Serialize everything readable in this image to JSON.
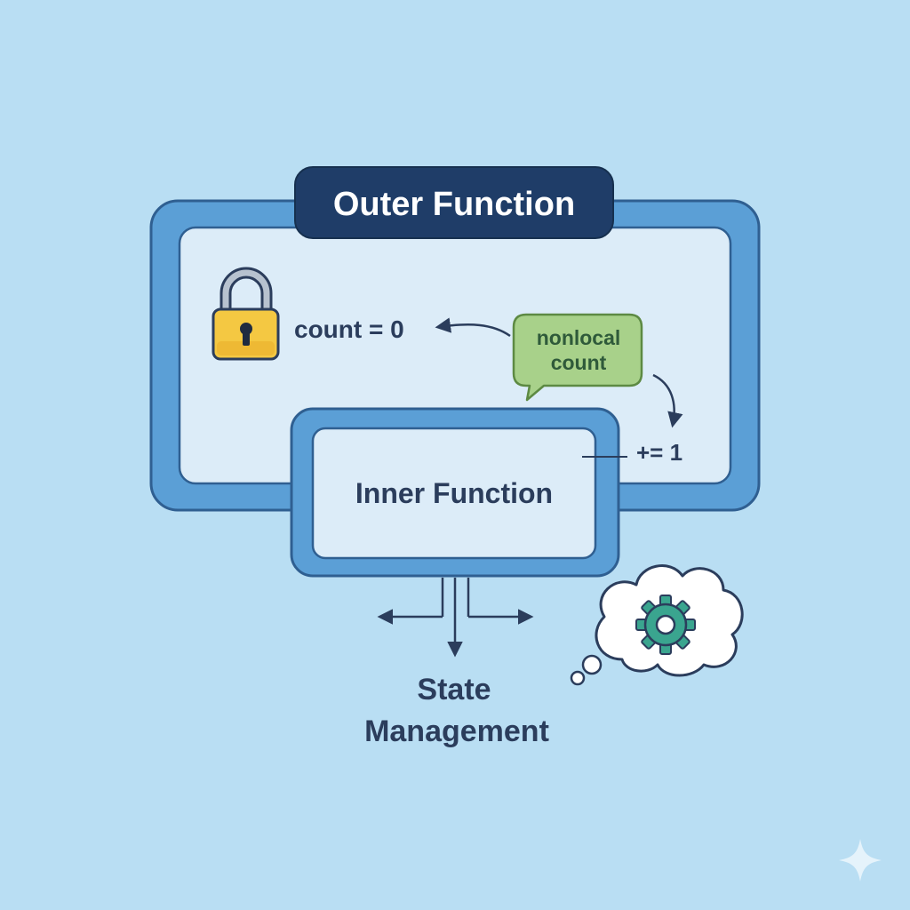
{
  "diagram": {
    "outer_function_label": "Outer Function",
    "inner_function_label": "Inner Function",
    "variable_text": "count = 0",
    "speech_bubble": {
      "line1": "nonlocal",
      "line2": "count"
    },
    "increment_text": "+= 1",
    "state_label": {
      "line1": "State",
      "line2": "Management"
    },
    "icons": [
      "lock-icon",
      "gear-icon",
      "sparkle-icon"
    ]
  },
  "colors": {
    "background": "#b9def3",
    "frame_fill": "#5b9fd6",
    "frame_outline": "#2f5f91",
    "panel_fill": "#dcecf8",
    "title_badge": "#1f3d68",
    "text_dark": "#2b3d5c",
    "bubble_green": "#a8d18a",
    "bubble_outline": "#5d8a43",
    "bubble_text": "#2f5a3a",
    "lock_yellow": "#f4c842",
    "gear_teal": "#3aa58f"
  }
}
